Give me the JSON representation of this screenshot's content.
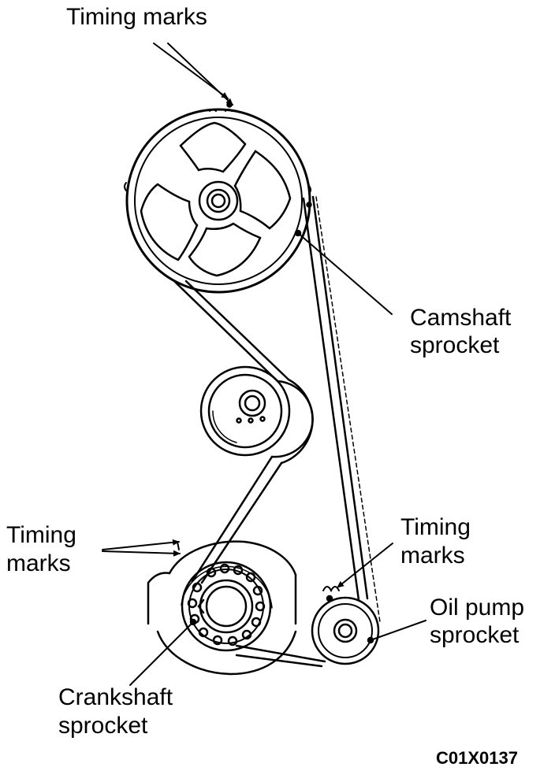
{
  "labels": {
    "timing_marks_top": "Timing marks",
    "camshaft_line1": "Camshaft",
    "camshaft_line2": "sprocket",
    "timing_marks_left_line1": "Timing",
    "timing_marks_left_line2": "marks",
    "timing_marks_right_line1": "Timing",
    "timing_marks_right_line2": "marks",
    "oil_pump_line1": "Oil pump",
    "oil_pump_line2": "sprocket",
    "crankshaft_line1": "Crankshaft",
    "crankshaft_line2": "sprocket",
    "figure_code": "C01X0137"
  },
  "colors": {
    "ink": "#000000",
    "paper": "#ffffff"
  }
}
